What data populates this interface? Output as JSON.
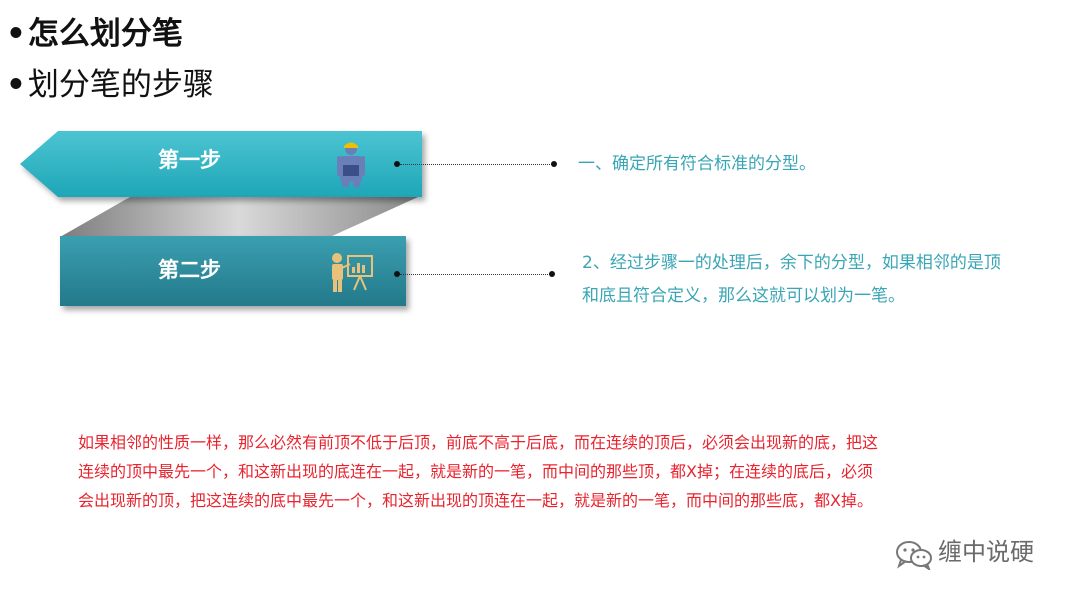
{
  "headings": {
    "bullet": "•",
    "title": "怎么划分笔",
    "subtitle": "划分笔的步骤"
  },
  "steps": [
    {
      "label": "第一步",
      "icon": "worker-icon",
      "description": "一、确定所有符合标准的分型。"
    },
    {
      "label": "第二步",
      "icon": "presentation-icon",
      "description_lines": [
        "2、经过步骤一的处理后，余下的分型，如果相邻的是顶",
        "和底且符合定义，那么这就可以划为一笔。"
      ]
    }
  ],
  "note_lines": [
    "如果相邻的性质一样，那么必然有前顶不低于后顶，前底不高于后底，而在连续的顶后，必须会出现新的底，把这",
    "连续的顶中最先一个，和这新出现的底连在一起，就是新的一笔，而中间的那些顶，都X掉；在连续的底后，必须",
    "会出现新的顶，把这连续的底中最先一个，和这新出现的顶连在一起，就是新的一笔，而中间的那些底，都X掉。"
  ],
  "watermark": {
    "text": "缠中说硬",
    "icon": "wechat-icon"
  },
  "colors": {
    "step1_fill": "#2bb3c3",
    "step2_fill": "#2c8fa0",
    "accent_text": "#3aa5b5",
    "note_text": "#e8242f",
    "icon_gold": "#e8c27a"
  }
}
